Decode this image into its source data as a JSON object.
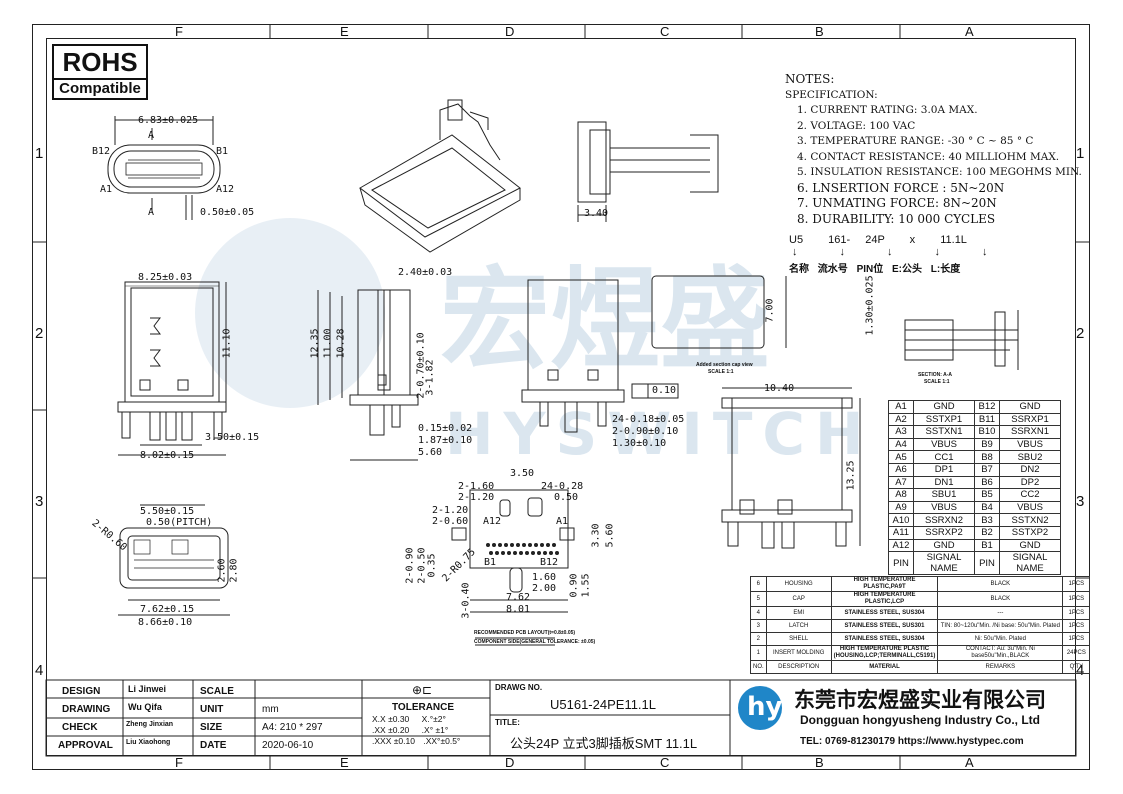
{
  "zones": {
    "top": [
      "F",
      "E",
      "D",
      "C",
      "B",
      "A"
    ],
    "bottom": [
      "F",
      "E",
      "D",
      "C",
      "B",
      "A"
    ],
    "left": [
      "1",
      "2",
      "3",
      "4"
    ],
    "right": [
      "1",
      "2",
      "3",
      "4"
    ]
  },
  "rohs": {
    "line1": "ROHS",
    "line2": "Compatible"
  },
  "notes": {
    "title": "NOTES:",
    "spec": "SPECIFICATION:",
    "items": [
      "1. CURRENT RATING: 3.0A MAX.",
      "2. VOLTAGE: 100 VAC",
      "3. TEMPERATURE RANGE: -30 ° C ~ 85 ° C",
      "4. CONTACT RESISTANCE: 40 MILLIOHM MAX.",
      "5. INSULATION RESISTANCE: 100 MEGOHMS MIN.",
      "6. LNSERTION FORCE : 5N~20N",
      "7. UNMATING FORCE: 8N~20N",
      "8. DURABILITY:  10 000 CYCLES"
    ],
    "code_parts": [
      "U5",
      "161-",
      "24P",
      "x",
      "11.1L"
    ],
    "code_desc": [
      "名称",
      "流水号",
      "PIN位",
      "E:公头",
      "L:长度"
    ]
  },
  "dims": {
    "d1": "6.83±0.025",
    "b12": "B12",
    "b1": "B1",
    "a1": "A1",
    "a12": "A12",
    "a_top": "A",
    "a_bot": "A",
    "d2": "0.50±0.05",
    "d3": "3.40",
    "d4": "8.25±0.03",
    "d5": "11.10",
    "d6": "3.50±0.15",
    "d7": "8.02±0.15",
    "d8": "2.40±0.03",
    "d9": "12.35",
    "d10": "11.00",
    "d11": "10.28",
    "d12": "2-0.70±0.10",
    "d13": "3-1.82",
    "d14": "0.15±0.02",
    "d15": "1.87±0.10",
    "d16": "5.60",
    "d17": "7.00",
    "d18": "1.30±0.025",
    "flat": "0.10",
    "d19": "24-0.18±0.05",
    "d20": "2-0.90±0.10",
    "d21": "1.30±0.10",
    "sec_cap": "Added section cap view",
    "scale1": "SCALE 1:1",
    "sec_aa": "SECTION: A-A",
    "scale2": "SCALE 1:1",
    "d22": "10.40",
    "d23": "13.25",
    "d24": "5.50±0.15",
    "d25": "0.50(PITCH)",
    "d26": "2-R0.60",
    "d27": "2.60",
    "d28": "2.80",
    "d29": "7.62±0.15",
    "d30": "8.66±0.10",
    "p1": "2-1.60",
    "p2": "2-1.20",
    "p3": "3.50",
    "p4": "24-0.28",
    "p5": "0.50",
    "p6": "2-1.20",
    "p7": "2-0.60",
    "p8": "A12",
    "p9": "A1",
    "p10": "3.30",
    "p11": "5.60",
    "p12": "B1",
    "p13": "B12",
    "p14": "2-0.90",
    "p15": "2-0.50",
    "p16": "0.35",
    "p17": "2-R0.75",
    "p18": "3-0.40",
    "p19": "1.60",
    "p20": "2.00",
    "p21": "0.90",
    "p22": "1.55",
    "p23": "7.62",
    "p24": "8.01",
    "pcb_note1": "RECOMMENDED PCB LAYOUT(t=0.8±0.05)",
    "pcb_note2": "COMPONENT SIDE(GENERAL TOLERANCE: ±0.05)"
  },
  "pins": [
    [
      "A1",
      "GND",
      "B12",
      "GND"
    ],
    [
      "A2",
      "SSTXP1",
      "B11",
      "SSRXP1"
    ],
    [
      "A3",
      "SSTXN1",
      "B10",
      "SSRXN1"
    ],
    [
      "A4",
      "VBUS",
      "B9",
      "VBUS"
    ],
    [
      "A5",
      "CC1",
      "B8",
      "SBU2"
    ],
    [
      "A6",
      "DP1",
      "B7",
      "DN2"
    ],
    [
      "A7",
      "DN1",
      "B6",
      "DP2"
    ],
    [
      "A8",
      "SBU1",
      "B5",
      "CC2"
    ],
    [
      "A9",
      "VBUS",
      "B4",
      "VBUS"
    ],
    [
      "A10",
      "SSRXN2",
      "B3",
      "SSTXN2"
    ],
    [
      "A11",
      "SSRXP2",
      "B2",
      "SSTXP2"
    ],
    [
      "A12",
      "GND",
      "B1",
      "GND"
    ],
    [
      "PIN",
      "SIGNAL NAME",
      "PIN",
      "SIGNAL NAME"
    ]
  ],
  "bom": [
    [
      "6",
      "HOUSING",
      "HIGH TEMPERATURE PLASTIC,PA9T",
      "BLACK",
      "1PCS"
    ],
    [
      "5",
      "CAP",
      "HIGH TEMPERATURE PLASTIC,LCP",
      "BLACK",
      "1PCS"
    ],
    [
      "4",
      "EMI",
      "STAINLESS STEEL, SUS304",
      "---",
      "1PCS"
    ],
    [
      "3",
      "LATCH",
      "STAINLESS STEEL, SUS301",
      "TIN: 80~120u\"Min. /Ni base: 50u\"Min. Plated",
      "1PCS"
    ],
    [
      "2",
      "SHELL",
      "STAINLESS STEEL, SUS304",
      "Ni: 50u\"Min. Plated",
      "1PCS"
    ],
    [
      "1",
      "INSERT MOLDING",
      "HIGH TEMPERATURE PLASTIC (HOUSING,LCP;TERMINALL,C5191)",
      "CONTACT: Au: 3u\"Min. Ni base50u\"Min.,BLACK",
      "24PCS"
    ],
    [
      "NO.",
      "DESCRIPTION",
      "MATERIAL",
      "REMARKS",
      "Q'TY"
    ]
  ],
  "title_block": {
    "rows": [
      {
        "label": "DESIGN",
        "name": "Li Jinwei",
        "key": "SCALE",
        "value": ""
      },
      {
        "label": "DRAWING",
        "name": "Wu Qifa",
        "key": "UNIT",
        "value": "mm"
      },
      {
        "label": "CHECK",
        "name": "Zheng Jinxian",
        "key": "SIZE",
        "value": "A4: 210 * 297"
      },
      {
        "label": "APPROVAL",
        "name": "Liu Xiaohong",
        "key": "DATE",
        "value": "2020-06-10"
      }
    ],
    "tol_title": "TOLERANCE",
    "tol": [
      [
        "X.X",
        "±0.30",
        "X.°±2°"
      ],
      [
        ".XX",
        "±0.20",
        ".X° ±1°"
      ],
      [
        ".XXX",
        "±0.10",
        ".XX°±0.5°"
      ]
    ],
    "dwg_label": "DRAWG NO.",
    "dwg_no": "U5161-24PE11.1L",
    "title_label": "TITLE:",
    "title": "公头24P 立式3脚插板SMT 11.1L",
    "company_cn": "东莞市宏煜盛实业有限公司",
    "company_en": "Dongguan hongyusheng Industry Co., Ltd",
    "contact": "TEL: 0769-81230179  https://www.hystypec.com"
  },
  "watermark": {
    "cn": "宏煜盛",
    "en": "HYSWITCH"
  },
  "colors": {
    "logo": "#1f86c8",
    "watermark": "#7fa9c9",
    "line": "#222222"
  }
}
